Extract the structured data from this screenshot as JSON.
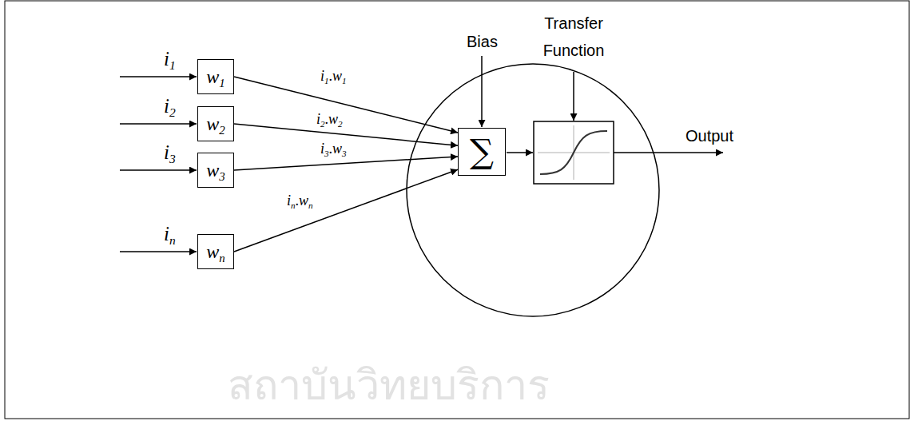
{
  "diagram": {
    "nodes": [
      {
        "text": [
          "w1"
        ]
      },
      {
        "text": [
          "w2"
        ]
      },
      {
        "text": [
          "w3"
        ]
      },
      {
        "text": [
          "wn"
        ]
      },
      {
        "text": [
          "∑"
        ]
      }
    ],
    "edges": [
      {
        "from": 0,
        "to": 4,
        "label": "i1.w1",
        "arrow": "to"
      },
      {
        "from": 1,
        "to": 4,
        "label": "i2.w2",
        "arrow": "to"
      },
      {
        "from": 2,
        "to": 4,
        "label": "i3.w3",
        "arrow": "to"
      },
      {
        "from": 3,
        "to": 4,
        "label": "in.wn",
        "arrow": "to"
      }
    ],
    "labels": [
      "i1",
      "i2",
      "i3",
      "in",
      "Bias",
      "Transfer Function",
      "Output",
      "สถาบันวิทยบริการ"
    ]
  }
}
